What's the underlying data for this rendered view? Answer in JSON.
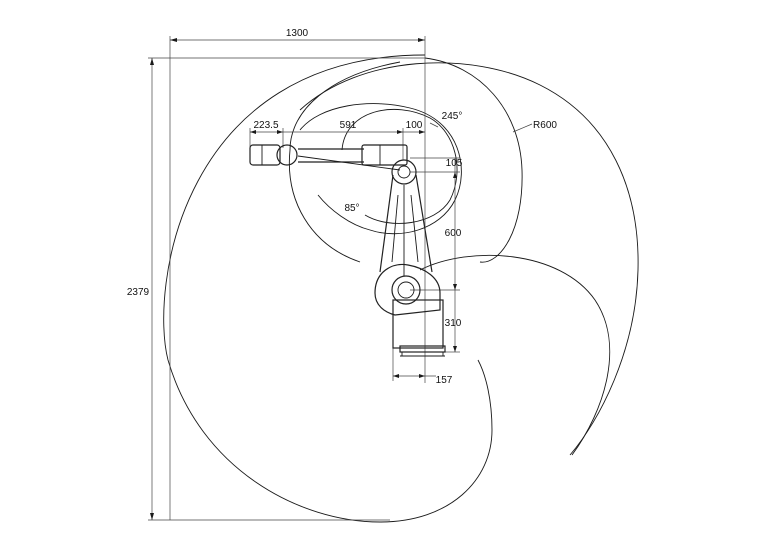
{
  "dimensions": {
    "total_width": "1300",
    "total_height": "2379",
    "wrist_length": "223.5",
    "forearm_length": "591",
    "offset": "100",
    "joint_offset": "105",
    "upper_arm_length": "600",
    "base_height": "310",
    "base_offset": "157"
  },
  "angles": {
    "upper_limit": "245°",
    "lower_limit": "85°"
  },
  "radius_label": "R600"
}
